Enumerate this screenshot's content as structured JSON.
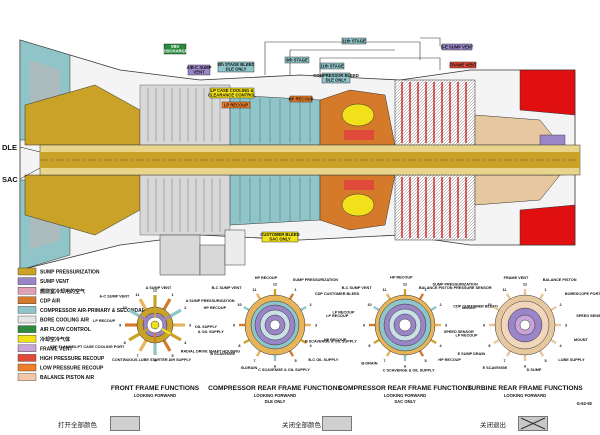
{
  "engine": {
    "dle_label": "DLE",
    "sac_label": "SAC",
    "callouts": {
      "vbv_discharge": "VBV\nDISCHARGE",
      "ac_sump_vent_top": "A/B-C SUMP\nVENT",
      "eighth_stage_bleed": "8th STAGE BLEED\nDLE ONLY",
      "eighth_stage": "8th STAGE",
      "eleventh_stage": "11th STAGE",
      "eleventh_stage_top": "11th STAGE",
      "d_e_sump_vent": "D-E SUMP VENT",
      "frame_vent": "FRAME VENT",
      "lp_case_cooling": "LP CASE COOLING &\nCLEARANCE CONTROL",
      "lp_recoup": "LP RECOUP",
      "hp_recoup": "HP RECOUP",
      "lp_recoup_2": "LP RECOUP",
      "compressor_bleed": "COMPRESSOR BLEED\nDLE ONLY",
      "customer_bleed": "CUSTOMER BLEED\nSAC ONLY"
    }
  },
  "legend": {
    "items": [
      {
        "label": "SUMP PRESSURIZATION",
        "color": "#c9a227"
      },
      {
        "label": "SUMP VENT",
        "color": "#9a85c8"
      },
      {
        "label": "燃烧室冷却用的空气",
        "color": "#e0a0b8"
      },
      {
        "label": "CDP AIR",
        "color": "#d47a2a"
      },
      {
        "label": "COMPRESSOR AIR-PRIMARY & SECONDARY",
        "color": "#8fc5c8"
      },
      {
        "label": "BORE COOLING AIR",
        "color": "#e5e5e5"
      },
      {
        "label": "AIR FLOW CONTROL",
        "color": "#2b8a3e"
      },
      {
        "label": "冷却空冷气体",
        "color": "#f0e11a"
      },
      {
        "label": "FRAME VENT",
        "color": "#c8a4d8"
      },
      {
        "label": "HIGH PRESSURE RECOUP",
        "color": "#e04a3a"
      },
      {
        "label": "LOW PRESSURE RECOUP",
        "color": "#f07e2a"
      },
      {
        "label": "BALANCE PISTON AIR",
        "color": "#f2c8a8"
      }
    ]
  },
  "frames": [
    {
      "title": "FRONT FRAME FUNCTIONS",
      "subtitle": "LOOKING FORWARD",
      "subtitle2": "",
      "numbers": [
        "12",
        "1",
        "2",
        "3",
        "4",
        "5",
        "6",
        "7",
        "8",
        "9",
        "10",
        "11"
      ],
      "labels": [
        "A-C SUMP VENT",
        "A SUMP VENT",
        "A SUMP PRESSURIZATION",
        "OIL SUPPLY",
        "RADIAL DRIVE SHAFT HOUSING",
        "CONTINUOUS LUBE STARTER AIR SUPPLY",
        "CRF FLANGE/LPT CASE COOLING PORT",
        "LP RECOUP"
      ]
    },
    {
      "title": "COMPRESSOR REAR FRAME FUNCTIONS",
      "subtitle": "LOOKING FORWARD",
      "subtitle2": "DLE ONLY",
      "numbers": [
        "12",
        "1",
        "2",
        "3",
        "4",
        "5",
        "6",
        "7",
        "8",
        "9",
        "10",
        "11"
      ],
      "labels": [
        "B-C SUMP VENT",
        "HP RECOUP",
        "SUMP PRESSURIZATION",
        "CDP CUSTOMER BLEED",
        "LP RECOUP",
        "HP RECOUP",
        "B-C OIL SUPPLY",
        "C SCAVENGE & OIL SUPPLY",
        "B-DRAIN",
        "B SCAVENGE",
        "& OIL SUPPLY",
        "HP RECOUP"
      ]
    },
    {
      "title": "COMPRESSOR REAR FRAME FUNCTIONS",
      "subtitle": "LOOKING FORWARD",
      "subtitle2": "SAC ONLY",
      "numbers": [
        "12",
        "1",
        "2",
        "3",
        "4",
        "5",
        "6",
        "7",
        "8",
        "9",
        "10",
        "11"
      ],
      "labels": [
        "B-C SUMP VENT",
        "HP RECOUP",
        "SUMP PRESSURIZATION",
        "CDP CUSTOMER BLEED",
        "LP RECOUP",
        "HP RECOUP",
        "C SCAVENGE & OIL SUPPLY",
        "B-DRAIN",
        "B SCAVENGE & OIL SUPPLY",
        "LP RECOUP"
      ]
    },
    {
      "title": "TURBINE REAR FRAME FUNCTIONS",
      "subtitle": "LOOKING FORWARD",
      "subtitle2": "",
      "numbers": [
        "12",
        "1",
        "2",
        "3",
        "4",
        "5",
        "6",
        "7",
        "8",
        "9",
        "10",
        "11"
      ],
      "labels": [
        "BALANCE PISTON PRESSURE SENSOR",
        "FRAME VENT",
        "BALANCE PISTON",
        "BORESCOPE PORT",
        "SPEED SENSOR",
        "MOUNT",
        "LUBE SUPPLY",
        "D SUMP",
        "E SCAVENGE",
        "E SUMP DRAIN",
        "SPEED SENSOR",
        "MOUNT"
      ],
      "figure_id": "G-62-92"
    }
  ],
  "footer": {
    "open_all_colors": "打开全部颜色",
    "close_all_colors": "关闭全部颜色",
    "close_exit": "关闭退出"
  }
}
